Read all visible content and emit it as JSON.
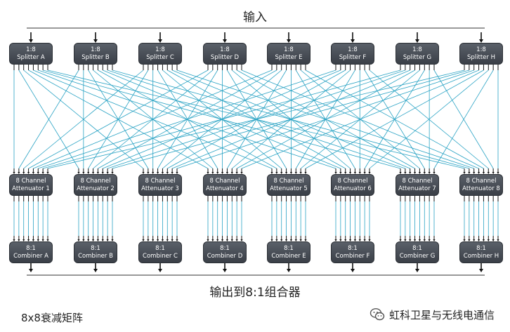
{
  "input_label": "输入",
  "output_label": "输出到8:1组合器",
  "caption": "8x8衰减矩阵",
  "watermark": "虹科卫星与无线电通信",
  "splitters": [
    {
      "l1": "1:8",
      "l2": "Splitter A"
    },
    {
      "l1": "1:8",
      "l2": "Splitter B"
    },
    {
      "l1": "1:8",
      "l2": "Splitter C"
    },
    {
      "l1": "1:8",
      "l2": "Splitter D"
    },
    {
      "l1": "1:8",
      "l2": "Splitter E"
    },
    {
      "l1": "1:8",
      "l2": "Splitter F"
    },
    {
      "l1": "1:8",
      "l2": "Splitter G"
    },
    {
      "l1": "1:8",
      "l2": "Splitter H"
    }
  ],
  "attenuators": [
    {
      "l1": "8 Channel",
      "l2": "Attenuator 1"
    },
    {
      "l1": "8 Channel",
      "l2": "Attenuator 2"
    },
    {
      "l1": "8 Channel",
      "l2": "Attenuator 3"
    },
    {
      "l1": "8 Channel",
      "l2": "Attenuator 4"
    },
    {
      "l1": "8 Channel",
      "l2": "Attenuator 5"
    },
    {
      "l1": "8 Channel",
      "l2": "Attenuator 6"
    },
    {
      "l1": "8 Channel",
      "l2": "Attenuator 7"
    },
    {
      "l1": "8 Channel",
      "l2": "Attenuator 8"
    }
  ],
  "combiners": [
    {
      "l1": "8:1",
      "l2": "Combiner A"
    },
    {
      "l1": "8:1",
      "l2": "Combiner B"
    },
    {
      "l1": "8:1",
      "l2": "Combiner C"
    },
    {
      "l1": "8:1",
      "l2": "Combiner D"
    },
    {
      "l1": "8:1",
      "l2": "Combiner E"
    },
    {
      "l1": "8:1",
      "l2": "Combiner F"
    },
    {
      "l1": "8:1",
      "l2": "Combiner G"
    },
    {
      "l1": "8:1",
      "l2": "Combiner H"
    }
  ],
  "colors": {
    "line": "#2aa3c4",
    "box": "#454a52",
    "arrow": "#111111"
  },
  "watermark_icon": "wechat-icon"
}
